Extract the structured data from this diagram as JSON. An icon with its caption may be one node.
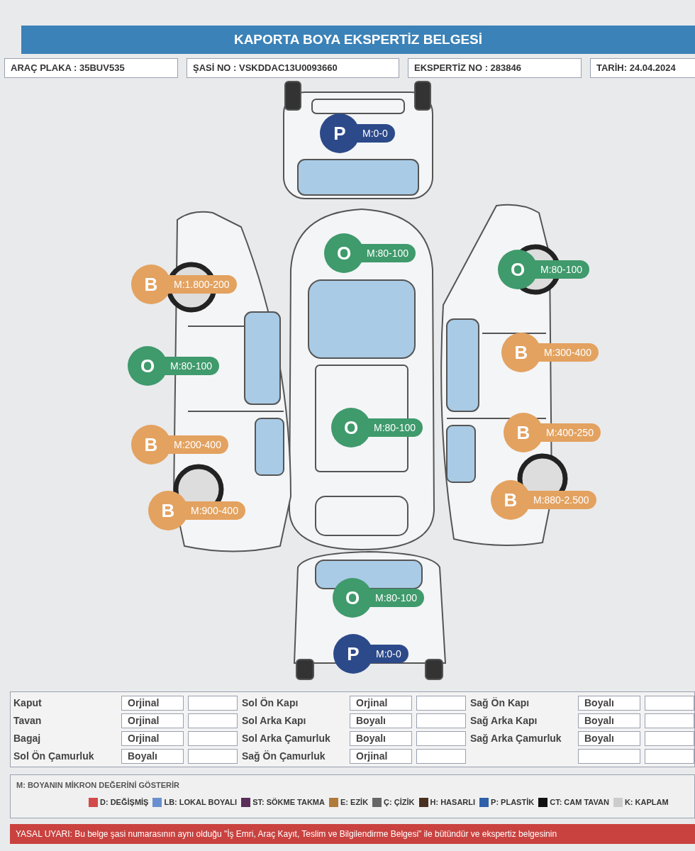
{
  "diagram": {
    "title": "KAPORTA BOYA EKSPERTİZ BELGESİ",
    "nodes": [
      {
        "text": [
          "P",
          "M:0-0"
        ]
      },
      {
        "text": [
          "O",
          "M:80-100"
        ]
      },
      {
        "text": [
          "B",
          "M:1.800-200"
        ]
      },
      {
        "text": [
          "O",
          "M:80-100"
        ]
      },
      {
        "text": [
          "O",
          "M:80-100"
        ]
      },
      {
        "text": [
          "B",
          "M:300-400"
        ]
      },
      {
        "text": [
          "O",
          "M:80-100"
        ]
      },
      {
        "text": [
          "B",
          "M:200-400"
        ]
      },
      {
        "text": [
          "B",
          "M:400-250"
        ]
      },
      {
        "text": [
          "B",
          "M:900-400"
        ]
      },
      {
        "text": [
          "B",
          "M:880-2.500"
        ]
      },
      {
        "text": [
          "O",
          "M:80-100"
        ]
      },
      {
        "text": [
          "P",
          "M:0-0"
        ]
      }
    ],
    "labels": [
      "ARAÇ PLAKA : 35BUV535",
      "ŞASİ NO : VSKDDAC13U0093660",
      "EKSPERTİZ NO : 283846",
      "TARİH: 24.04.2024",
      "Kaput",
      "Orjinal",
      "Sol Ön Kapı",
      "Orjinal",
      "Sağ Ön Kapı",
      "Boyalı",
      "Tavan",
      "Orjinal",
      "Sol Arka Kapı",
      "Boyalı",
      "Sağ Arka Kapı",
      "Boyalı",
      "Bagaj",
      "Orjinal",
      "Sol Arka Çamurluk",
      "Boyalı",
      "Sağ Arka Çamurluk",
      "Boyalı",
      "Sol Ön Çamurluk",
      "Boyalı",
      "Sağ Ön Çamurluk",
      "Orjinal",
      "M: BOYANIN MİKRON DEĞERİNİ GÖSTERİR",
      "YASAL UYARI: Bu belge şasi numarasının aynı olduğu \"İş Emri, Araç Kayıt, Teslim ve Bilgilendirme Belgesi\" ile bütündür ve ekspertiz belgesinin"
    ],
    "legend": [
      {
        "text": "D: DEĞİŞMİŞ",
        "color": "#d24a4a"
      },
      {
        "text": "LB: LOKAL BOYALI",
        "color": "#6a8fd0"
      },
      {
        "text": "ST: SÖKME TAKMA",
        "color": "#5a2d5a"
      },
      {
        "text": "E: EZİK",
        "color": "#b07a3a"
      },
      {
        "text": "Ç: ÇİZİK",
        "color": "#666666"
      },
      {
        "text": "H: HASARLI",
        "color": "#4a3020"
      },
      {
        "text": "P: PLASTİK",
        "color": "#2f5fa8"
      },
      {
        "text": "CT: CAM TAVAN",
        "color": "#111111"
      },
      {
        "text": "K: KAPLAM",
        "color": "#cccccc"
      }
    ]
  }
}
